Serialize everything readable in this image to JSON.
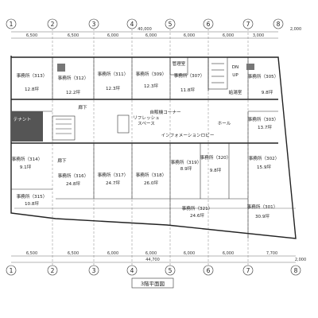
{
  "axes": [
    "1",
    "2",
    "3",
    "4",
    "5",
    "6",
    "7",
    "8"
  ],
  "total_top": "40,000",
  "total_bottom": "44,700",
  "corner_top": "2,000",
  "corner_bottom": "2,000",
  "spans_top": [
    "6,500",
    "6,500",
    "6,000",
    "6,000",
    "6,000",
    "6,000",
    "3,000"
  ],
  "spans_bottom": [
    "6,500",
    "6,500",
    "6,000",
    "6,000",
    "6,000",
    "6,000",
    "7,700"
  ],
  "rooms": [
    {
      "name": "事務所（313）",
      "area": "12.8坪"
    },
    {
      "name": "事務所（312）",
      "area": "12.2坪"
    },
    {
      "name": "事務所（311）",
      "area": "12.3坪"
    },
    {
      "name": "事務所（309）",
      "area": "12.3坪"
    },
    {
      "name": "事務所（307）",
      "area": "11.8坪"
    },
    {
      "name": "事務所（305）",
      "area": "9.8坪"
    },
    {
      "name": "事務所（303）",
      "area": "13.7坪"
    },
    {
      "name": "事務所（314）",
      "area": "9.1坪"
    },
    {
      "name": "事務所（316）",
      "area": "24.8坪"
    },
    {
      "name": "事務所（317）",
      "area": "24.7坪"
    },
    {
      "name": "事務所（318）",
      "area": "26.0坪"
    },
    {
      "name": "事務所（319）",
      "area": "8.9坪"
    },
    {
      "name": "事務所（320）",
      "area": "9.8坪"
    },
    {
      "name": "事務所（302）",
      "area": "15.9坪"
    },
    {
      "name": "事務所（315）",
      "area": "10.8坪"
    },
    {
      "name": "事務所（321）",
      "area": "24.6坪"
    },
    {
      "name": "事務所（301）",
      "area": "30.9坪"
    }
  ],
  "labels": {
    "corridor1": "廊下",
    "corridor2": "廊下",
    "hall": "ホール",
    "info_lobby": "インフォメーションロビー",
    "refresh": "リフレッシュ",
    "space": "スペース",
    "elevator_corner": "自販機コーナー",
    "mgmt": "管理室",
    "other": "給湯室",
    "dn": "DN",
    "up": "UP",
    "small": "テナント"
  },
  "title": "3階平面図"
}
